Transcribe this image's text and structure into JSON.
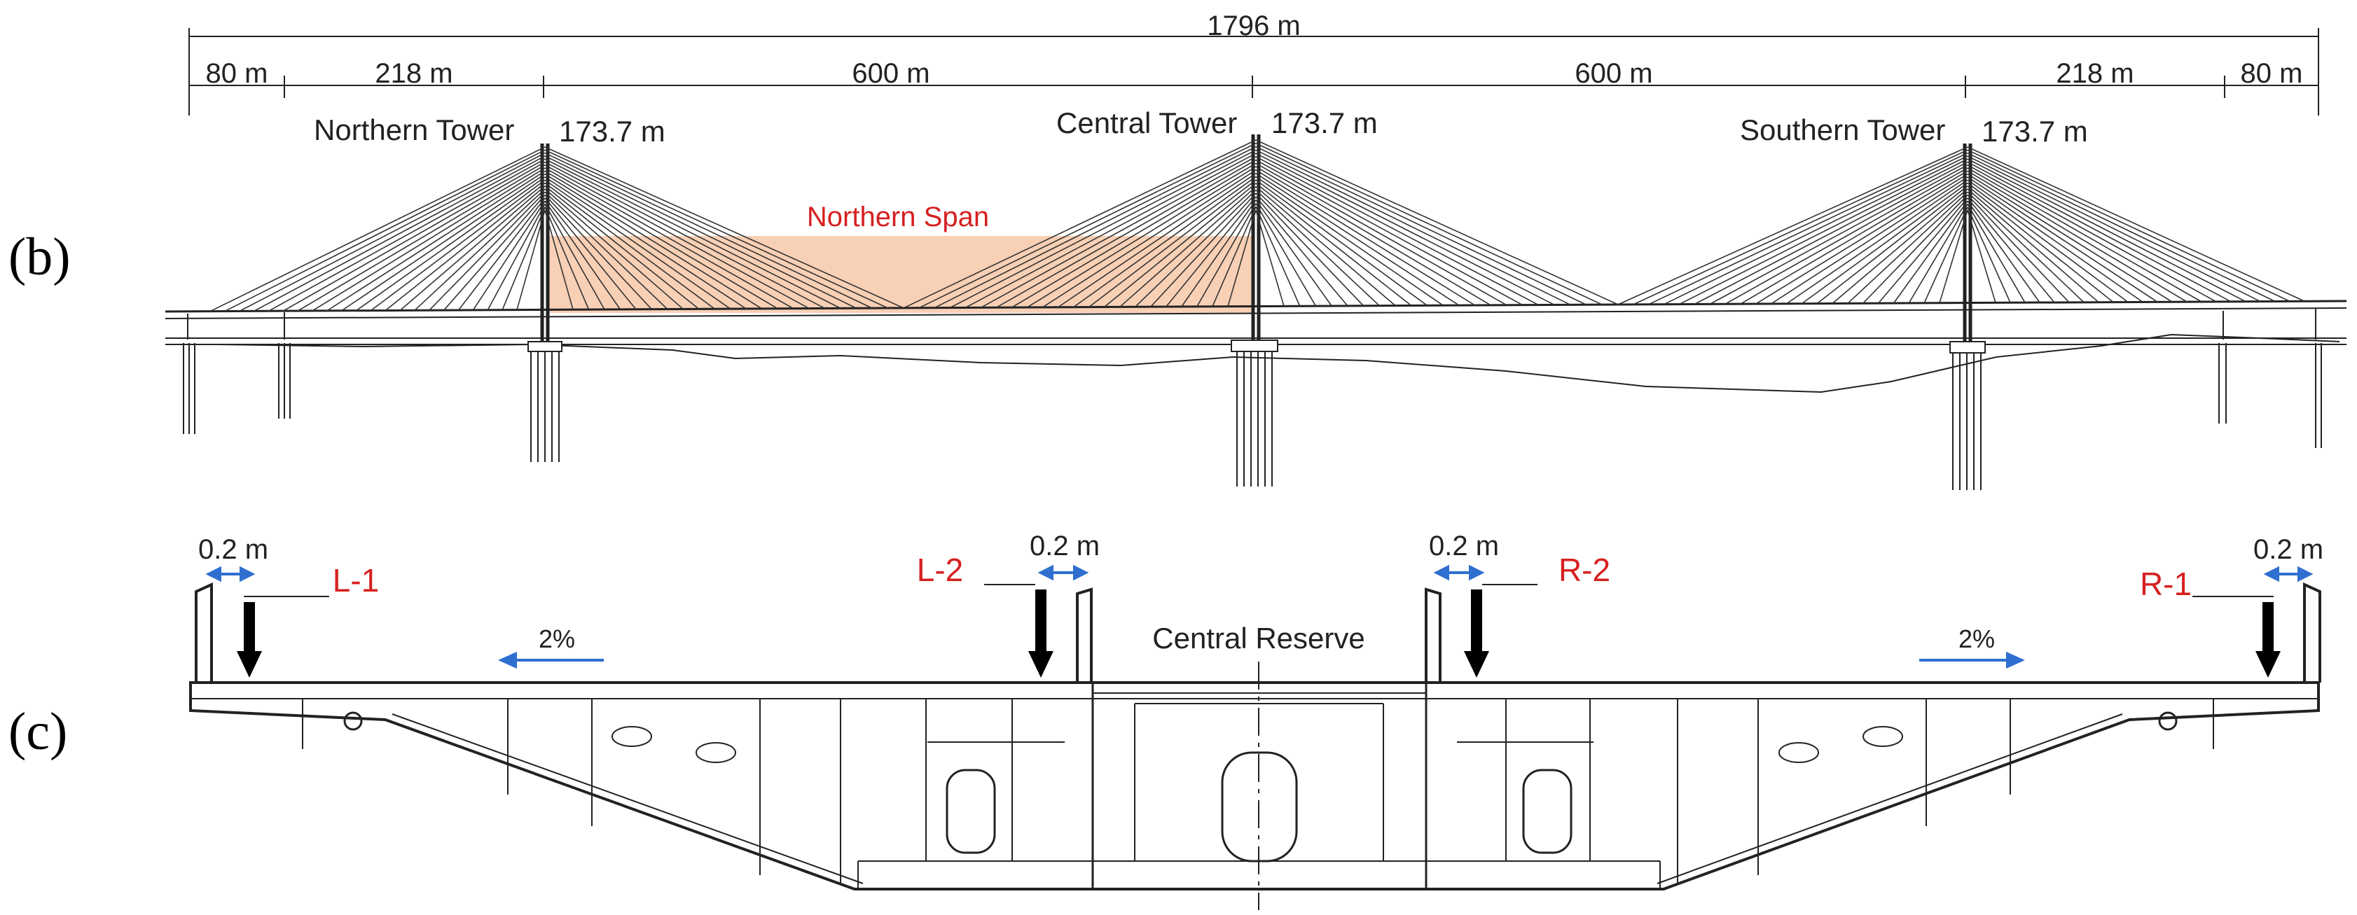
{
  "panels": {
    "b": "(b)",
    "c": "(c)"
  },
  "elevation": {
    "total_length": "1796 m",
    "spans": [
      "80 m",
      "218 m",
      "600 m",
      "600 m",
      "218 m",
      "80 m"
    ],
    "towers": [
      {
        "name": "Northern Tower",
        "height": "173.7 m"
      },
      {
        "name": "Central Tower",
        "height": "173.7 m"
      },
      {
        "name": "Southern Tower",
        "height": "173.7 m"
      }
    ],
    "highlight_label": "Northern Span"
  },
  "section": {
    "gap_label": "0.2 m",
    "lanes": [
      "L-1",
      "L-2",
      "R-2",
      "R-1"
    ],
    "slope_label": "2%",
    "center_label": "Central Reserve"
  },
  "colors": {
    "highlight": "#f4b183",
    "annotation_red": "#d62020",
    "arrow_blue": "#2f6fd0"
  }
}
